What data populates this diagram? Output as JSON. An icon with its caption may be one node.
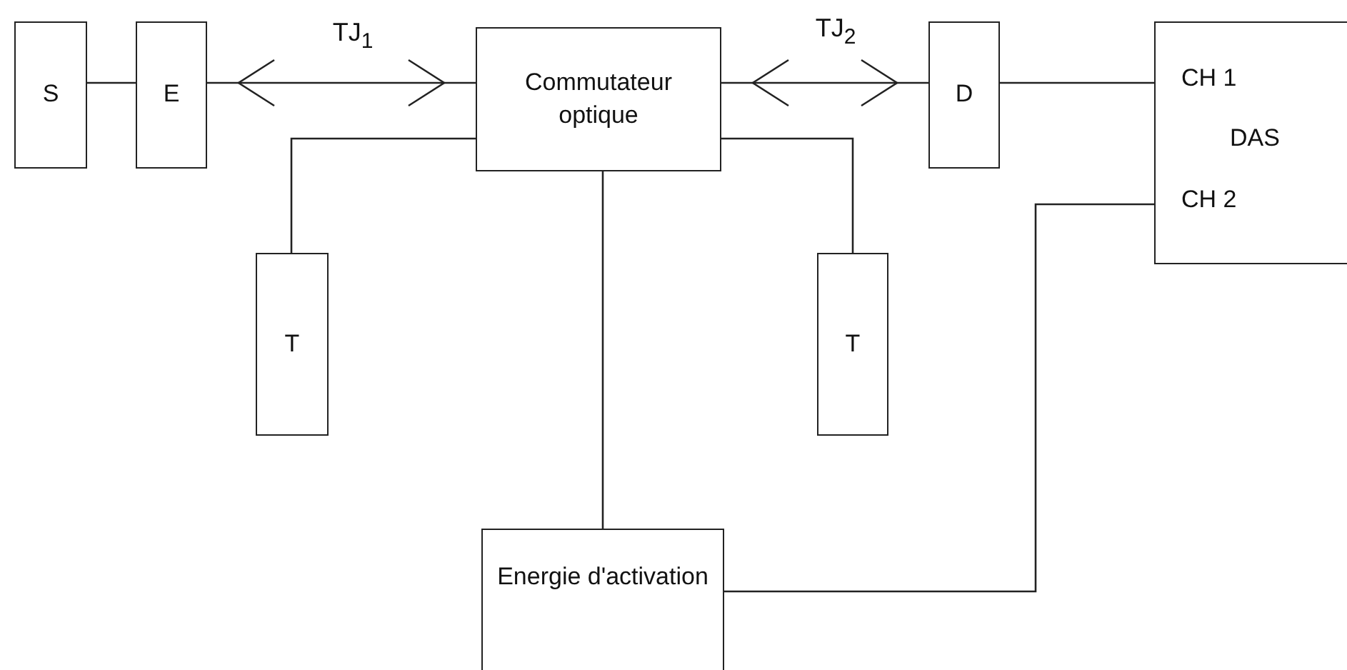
{
  "diagram": {
    "nodes": [
      {
        "text": [
          "S"
        ]
      },
      {
        "text": [
          "E"
        ]
      },
      {
        "text": [
          "Commutateur optique"
        ]
      },
      {
        "text": [
          "D"
        ]
      },
      {
        "text": [
          "CH 1",
          "DAS",
          "CH 2"
        ]
      },
      {
        "text": [
          "T"
        ]
      },
      {
        "text": [
          "T"
        ]
      },
      {
        "text": [
          "Energie d'activation"
        ]
      }
    ],
    "edges": [
      {
        "from": 0,
        "to": 1,
        "arrow": "none"
      },
      {
        "from": 1,
        "to": 2,
        "arrow": "both",
        "label": "TJ$_{1}$"
      },
      {
        "from": 2,
        "to": 3,
        "arrow": "both",
        "label": "TJ$_{2}$"
      },
      {
        "from": 3,
        "to": 4,
        "arrow": "none"
      },
      {
        "from": 2,
        "to": 5,
        "arrow": "none"
      },
      {
        "from": 2,
        "to": 6,
        "arrow": "none"
      },
      {
        "from": 2,
        "to": 7,
        "arrow": "none"
      },
      {
        "from": 7,
        "to": 4,
        "arrow": "none"
      }
    ]
  }
}
